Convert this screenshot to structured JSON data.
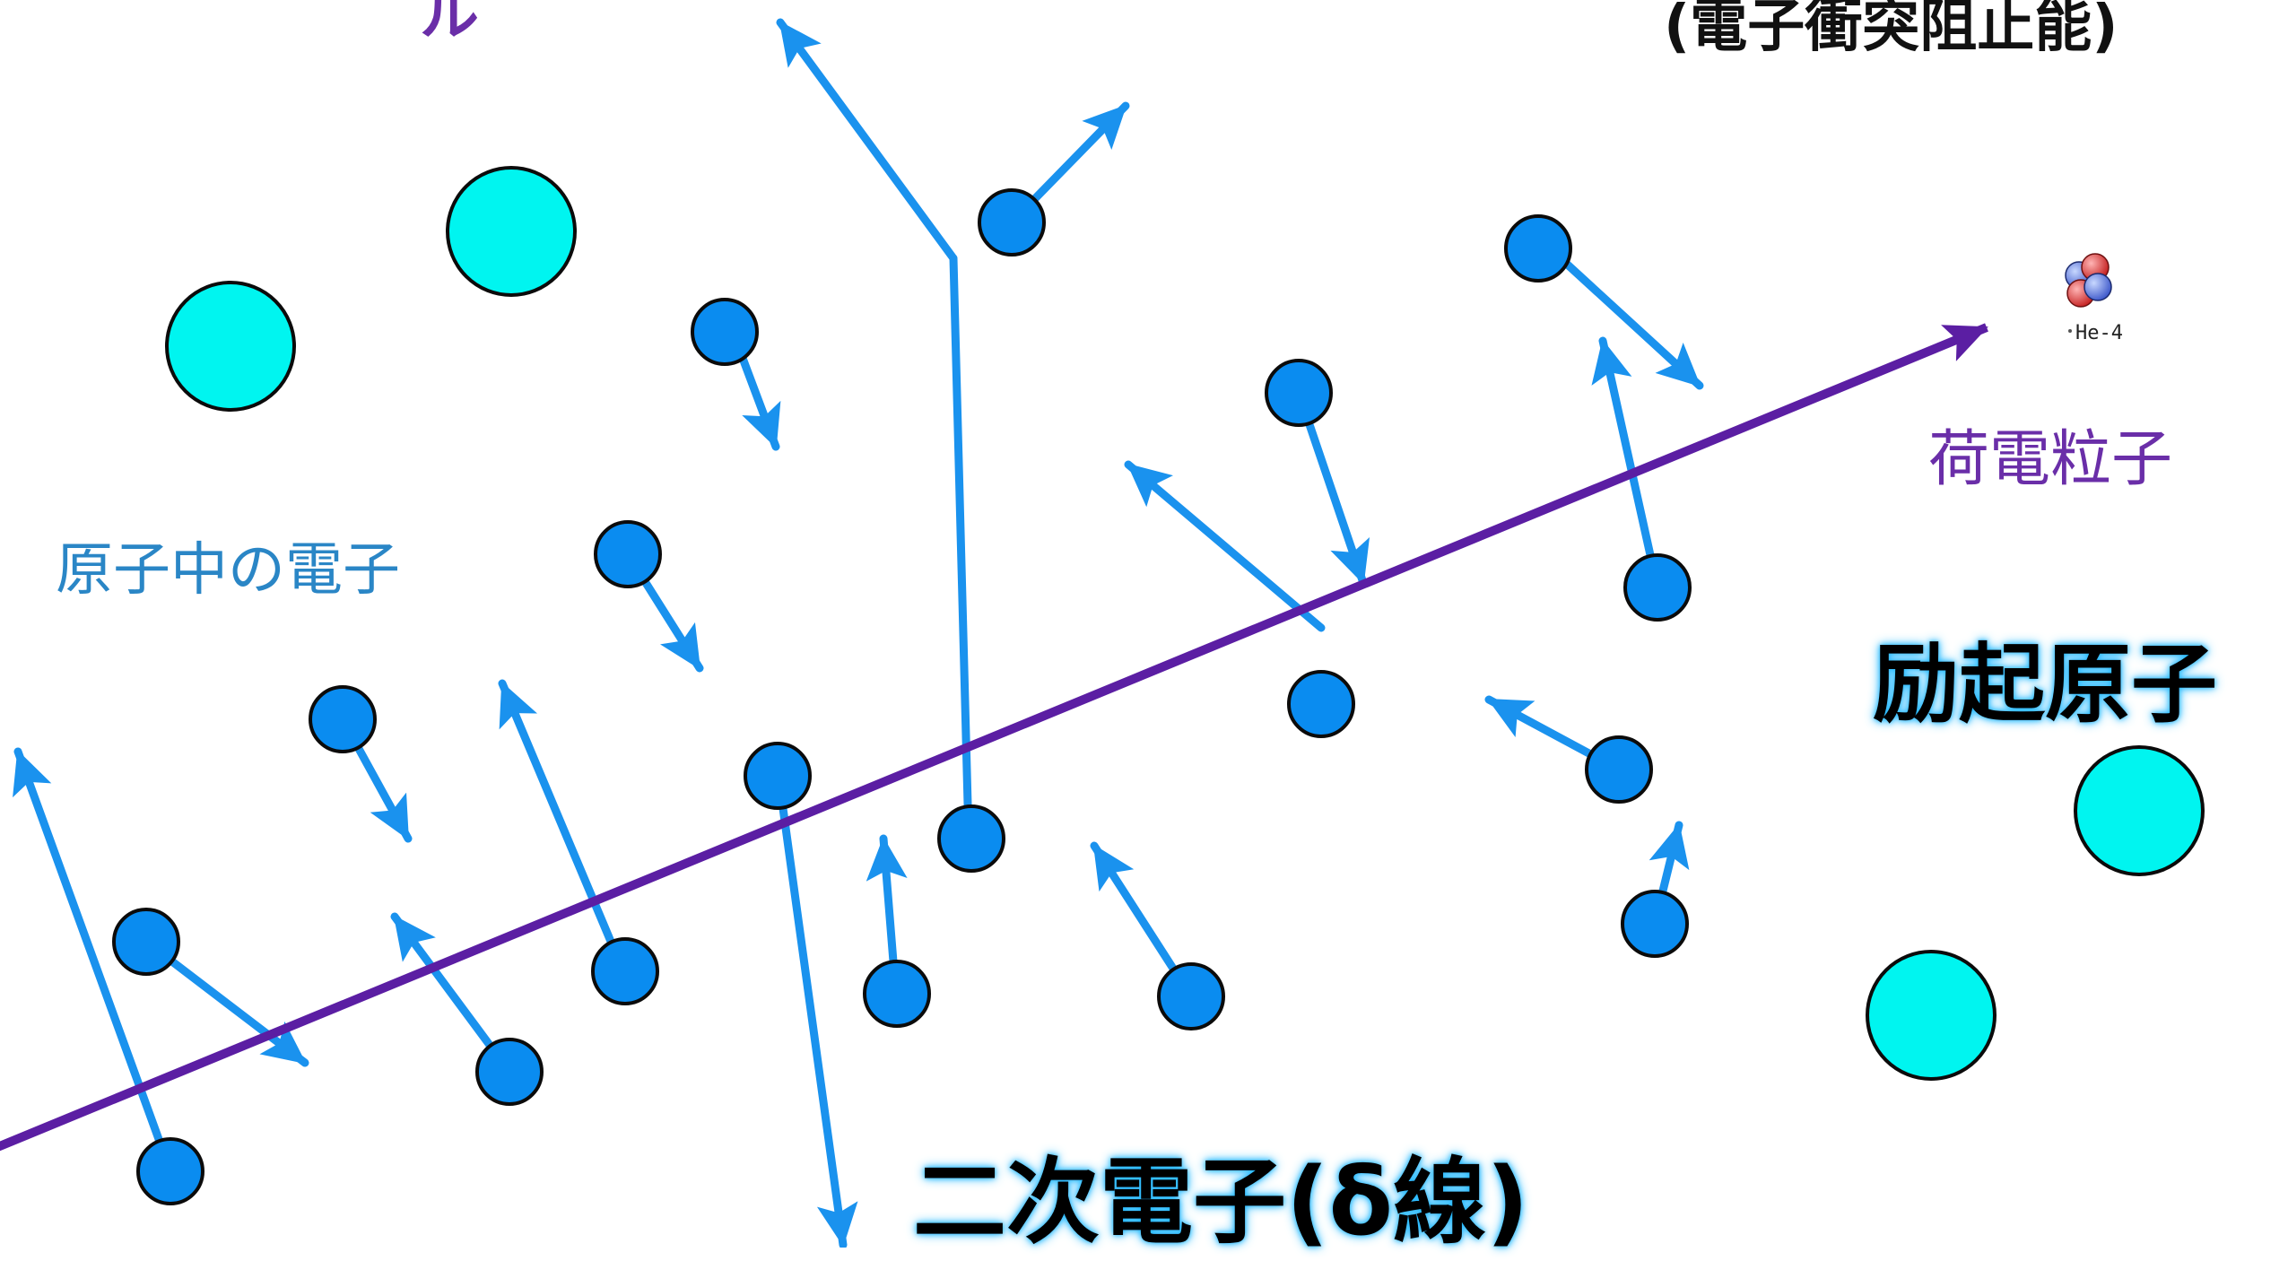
{
  "labels": {
    "top_left_fragment": "ル",
    "top_right": "(電子衝突阻止能)",
    "electrons_in_atoms": "原子中の電子",
    "charged_particle": "荷電粒子",
    "excited_atom": "励起原子",
    "secondary_electrons": "二次電子(δ線)",
    "nucleus_label": "He-4"
  },
  "colors": {
    "electron": "#0a8cf0",
    "arrow": "#1a92ee",
    "atom": "#00f5f0",
    "track": "#5b1ea3",
    "text_blue": "#2a86c6",
    "text_purple": "#6a2ea8",
    "glow": "#22b8ff"
  },
  "icons": {
    "nucleus": "helium-4-nucleus-icon"
  }
}
